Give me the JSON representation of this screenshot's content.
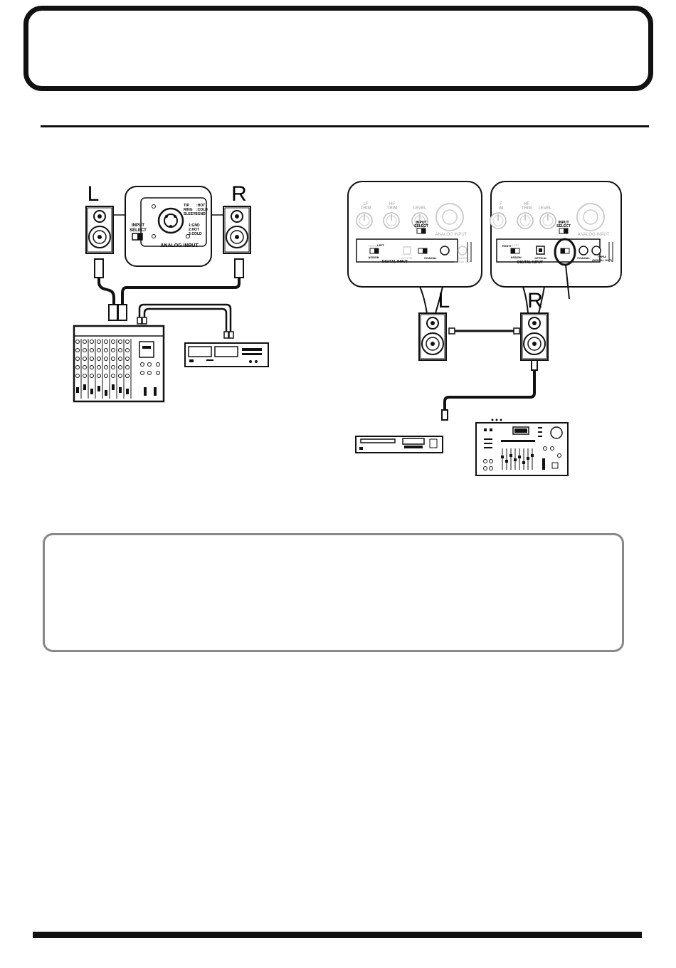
{
  "letters": {
    "left_analog": "L",
    "right_analog": "R",
    "left_digital": "L",
    "right_digital": "R"
  },
  "analog_panel": {
    "xlr_tip": "TIP",
    "xlr_ring": "RING",
    "xlr_sleeve": "SLEEVE",
    "hot": ":HOT",
    "cold": ":COLD",
    "gnd": ":GND",
    "pin1": "1:GND",
    "pin2": "2:HOT",
    "pin3": "3:COLD",
    "input_select_1": "INPUT",
    "input_select_2": "SELECT",
    "analog_input": "ANALOG INPUT"
  },
  "digital_panel_left": {
    "lf": "LF",
    "trim": "TRIM",
    "hf": "HF",
    "hf_trim": "TRIM",
    "level": "LEVEL",
    "input_select_1": "INPUT",
    "input_select_2": "SELECT",
    "analog_input": "ANALOG INPUT",
    "right": "RIGHT",
    "left": "LEFT",
    "assign": "ASSIGN",
    "optical": "OPTICAL",
    "coaxial": "COAXIAL",
    "thru": "THRU/",
    "digital_out": "DIGITAL OUT",
    "digital_input": "DIGITAL INPUT"
  },
  "digital_panel_right": {
    "lf": "F",
    "trim": "IM",
    "hf": "HF",
    "hf_trim": "TRIM",
    "level": "LEVEL",
    "input_select_1": "INPUT",
    "input_select_2": "SELECT",
    "analog_input": "ANALOG INPUT",
    "right": "RIGHT",
    "left": "LEFT",
    "assign": "ASSIGN",
    "optical": "OPTICAL",
    "coaxial": "COAXIAL",
    "thru": "THRU/",
    "digital_out": "(DIGITAL OUT)",
    "digital_input": "DIGITAL INPUT"
  }
}
